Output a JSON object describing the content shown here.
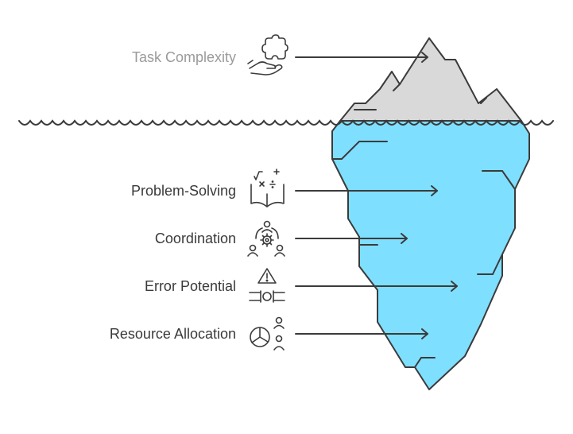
{
  "colors": {
    "above_water": "#d9d9d9",
    "below_water": "#7fdfff",
    "outline": "#3b3b3b",
    "muted_text": "#9a9a9a",
    "text": "#3a3a3a"
  },
  "above_water_item": {
    "label": "Task Complexity",
    "icon": "hand-holding-puzzle-icon"
  },
  "below_water_items": [
    {
      "label": "Problem-Solving",
      "icon": "book-math-symbols-icon"
    },
    {
      "label": "Coordination",
      "icon": "people-around-gear-icon"
    },
    {
      "label": "Error Potential",
      "icon": "warning-pipe-icon"
    },
    {
      "label": "Resource Allocation",
      "icon": "pie-chart-people-icon"
    }
  ]
}
